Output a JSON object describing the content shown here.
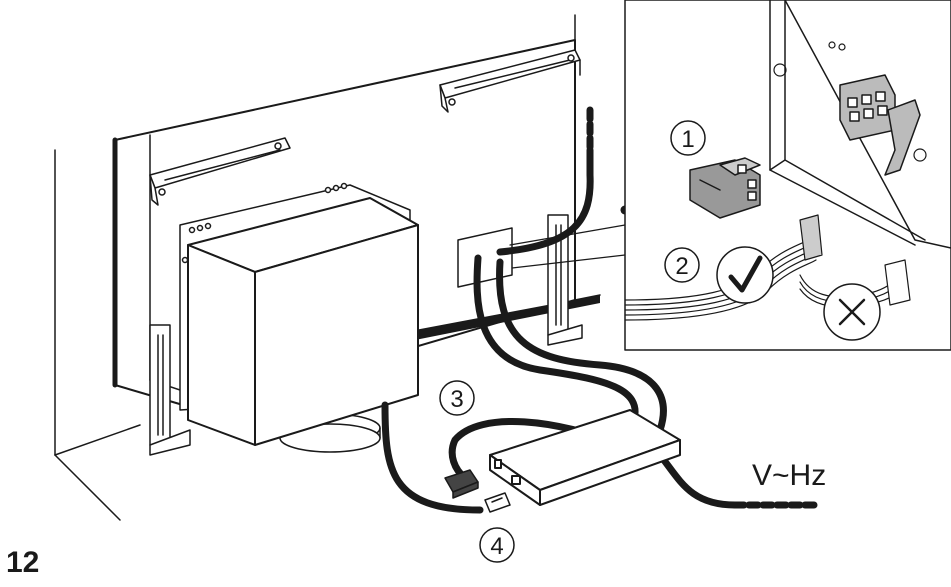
{
  "step_number": "12",
  "callouts": {
    "c1": "1",
    "c2": "2",
    "c3": "3",
    "c4": "4"
  },
  "power_label": "V~Hz",
  "marks": {
    "correct": "check-mark",
    "incorrect": "cross-mark"
  }
}
